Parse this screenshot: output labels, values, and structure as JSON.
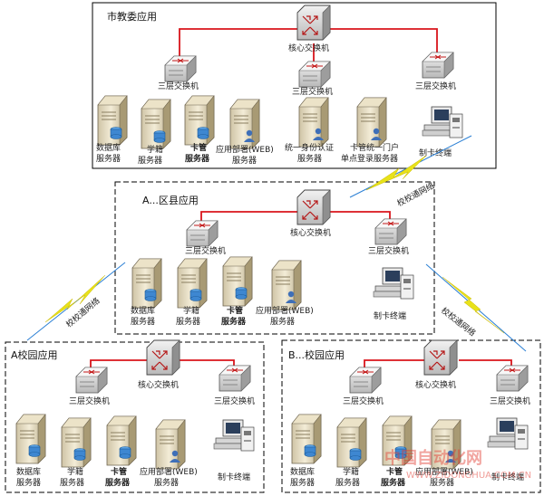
{
  "zones": {
    "city": {
      "title": "市教委应用",
      "core": "核心交换机",
      "sw_left": "三层交换机",
      "sw_mid": "三层交换机",
      "sw_right": "三层交换机",
      "servers": [
        {
          "l1": "数据库",
          "l2": "服务器"
        },
        {
          "l1": "学籍",
          "l2": "服务器"
        },
        {
          "l1": "卡管",
          "l2": "服务器"
        },
        {
          "l1": "应用部署(WEB)",
          "l2": "服务器"
        },
        {
          "l1": "统一身份认证",
          "l2": "服务器"
        },
        {
          "l1": "卡管统一门户",
          "l2": "单点登录服务器"
        }
      ],
      "terminal": "制卡终端"
    },
    "district": {
      "title": "A...区县应用",
      "core": "核心交换机",
      "sw_left": "三层交换机",
      "sw_right": "三层交换机",
      "servers": [
        {
          "l1": "数据库",
          "l2": "服务器"
        },
        {
          "l1": "学籍",
          "l2": "服务器"
        },
        {
          "l1": "卡管",
          "l2": "服务器"
        },
        {
          "l1": "应用部署(WEB)",
          "l2": "服务器"
        }
      ],
      "terminal": "制卡终端"
    },
    "campus_a": {
      "title": "A校园应用",
      "core": "核心交换机",
      "sw_left": "三层交换机",
      "sw_right": "三层交换机",
      "servers": [
        {
          "l1": "数据库",
          "l2": "服务器"
        },
        {
          "l1": "学籍",
          "l2": "服务器"
        },
        {
          "l1": "卡管",
          "l2": "服务器"
        },
        {
          "l1": "应用部署(WEB)",
          "l2": "服务器"
        }
      ],
      "terminal": "制卡终端"
    },
    "campus_b": {
      "title": "B...校园应用",
      "core": "核心交换机",
      "sw_left": "三层交换机",
      "sw_right": "三层交换机",
      "servers": [
        {
          "l1": "数据库",
          "l2": "服务器"
        },
        {
          "l1": "学籍",
          "l2": "服务器"
        },
        {
          "l1": "卡管",
          "l2": "服务器"
        },
        {
          "l1": "应用部署(WEB)",
          "l2": "服务器"
        }
      ],
      "terminal": "制卡终端"
    }
  },
  "links": {
    "city_district": "校校通网络",
    "district_a": "校校通网络",
    "district_b": "校校通网络"
  },
  "watermark": {
    "main": "中国自动化网",
    "sub": "WWW.ZIDONGHUA.COM.CN"
  },
  "colors": {
    "backbone": "#d9141b",
    "lightning": "#e8e21a",
    "wireless": "#2a7fd4"
  }
}
